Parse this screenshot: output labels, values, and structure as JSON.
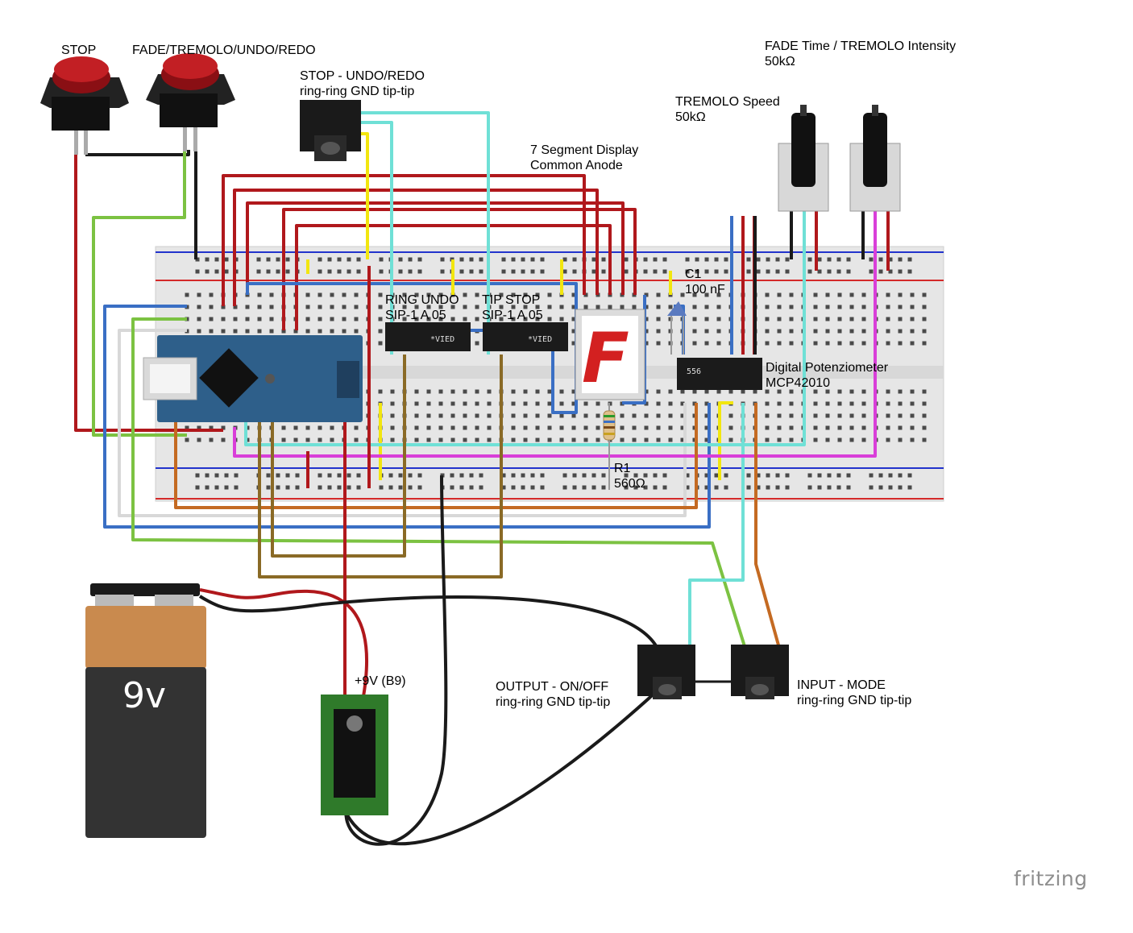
{
  "labels": {
    "stop_button": "STOP",
    "fade_button": "FADE/TREMOLO/UNDO/REDO",
    "stop_jack_line1": "STOP - UNDO/REDO",
    "stop_jack_line2": "ring-ring GND tip-tip",
    "fade_pot_line1": "FADE Time / TREMOLO Intensity",
    "fade_pot_line2": "50kΩ",
    "tremolo_pot_line1": "TREMOLO Speed",
    "tremolo_pot_line2": "50kΩ",
    "seg_line1": "7 Segment Display",
    "seg_line2": "Common Anode",
    "ring_undo_line1": "RING UNDO",
    "ring_undo_line2": "SIP-1 A 05",
    "tip_stop_line1": "TIP STOP",
    "tip_stop_line2": "SIP-1 A 05",
    "c1_line1": "C1",
    "c1_line2": "100 nF",
    "digipot_line1": "Digital Potenziometer",
    "digipot_line2": "MCP42010",
    "r1_line1": "R1",
    "r1_line2": "560Ω",
    "power_jack": "+9V (B9)",
    "output_line1": "OUTPUT - ON/OFF",
    "output_line2": "ring-ring GND tip-tip",
    "input_line1": "INPUT - MODE",
    "input_line2": "ring-ring GND tip-tip",
    "battery": "9v",
    "chip_digipot": "556",
    "relay_code": "*VIED",
    "seven_seg_digit": "F",
    "brand": "fritzing"
  },
  "colors": {
    "wire_red": "#b0181c",
    "wire_black": "#1a1a1a",
    "wire_yellow": "#f2e60f",
    "wire_cyan": "#6fe0d6",
    "wire_blue": "#3a6fc4",
    "wire_green": "#7cc242",
    "wire_orange": "#c46a22",
    "wire_magenta": "#d93fd9",
    "wire_olive": "#8a6a26",
    "wire_white": "#d8d8d8",
    "breadboard": "#e6e6e6",
    "rail_red": "#d42a2a",
    "rail_blue": "#2233cc",
    "arduino": "#2e5f8a",
    "pcb_green": "#2f7a2a",
    "battery_copper": "#c98a4e",
    "battery_black": "#333333",
    "button_red": "#c21f24"
  }
}
